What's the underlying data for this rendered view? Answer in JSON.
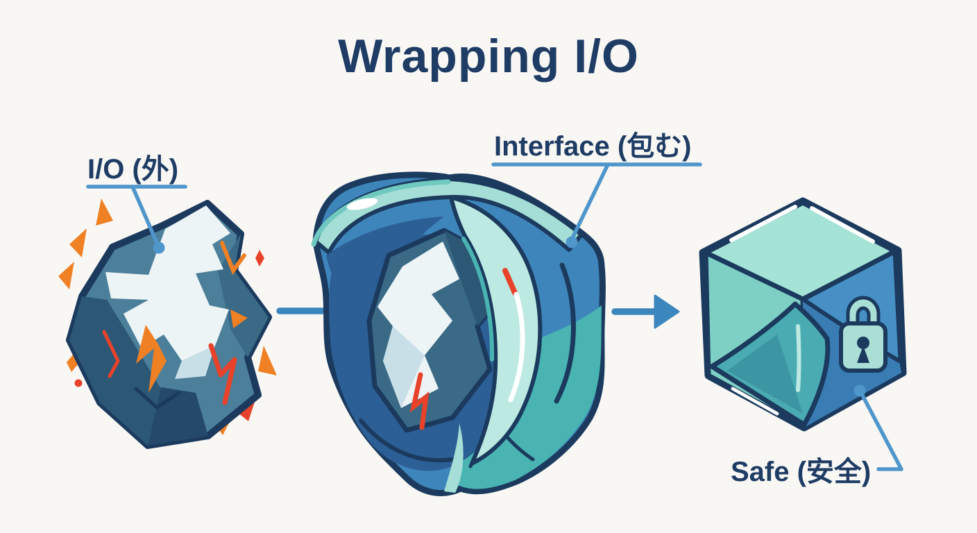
{
  "title": "Wrapping I/O",
  "diagram": {
    "stages": [
      {
        "name": "io-rock",
        "label": "I/O (外)",
        "icon": "jagged-rock-lava-icon"
      },
      {
        "name": "interface-wrap",
        "label": "Interface (包む)",
        "icon": "cloth-wrap-icon"
      },
      {
        "name": "safe-package",
        "label": "Safe (安全)",
        "icon": "wrapped-package-lock-icon"
      }
    ],
    "connectors": [
      {
        "name": "connector-line",
        "type": "line"
      },
      {
        "name": "connector-arrow",
        "type": "arrow-right"
      }
    ]
  },
  "colors": {
    "bg": "#f8f7f4",
    "ink": "#1e3c64",
    "outline": "#1b3a5e",
    "leader": "#4f96cb",
    "arrow": "#3b86bd",
    "rock_steel": "#4c7f99",
    "rock_steel_dark": "#3a6a85",
    "rock_slate": "#2c5876",
    "rock_slate_deep": "#24496a",
    "rock_ice": "#edf4f6",
    "rock_ice_shade": "#c9dfe8",
    "lava_orange": "#f08024",
    "lava_red": "#e8432a",
    "wrap_blue": "#3e85bb",
    "wrap_blue_deep": "#2c5f95",
    "wrap_mint": "#bce9e1",
    "wrap_mint_soft": "#a5ded6",
    "wrap_teal": "#49b4b2",
    "wrap_teal_rim": "#6fc9c0",
    "box_mint": "#a4e3d6",
    "box_blue": "#4690c6",
    "box_blue_dark": "#3a7cb4",
    "box_left": "#7fd0c4",
    "box_teal": "#4aacb2",
    "box_teal_deep": "#3b95a2",
    "lock_mint": "#aadfd6",
    "white": "#ffffff"
  }
}
